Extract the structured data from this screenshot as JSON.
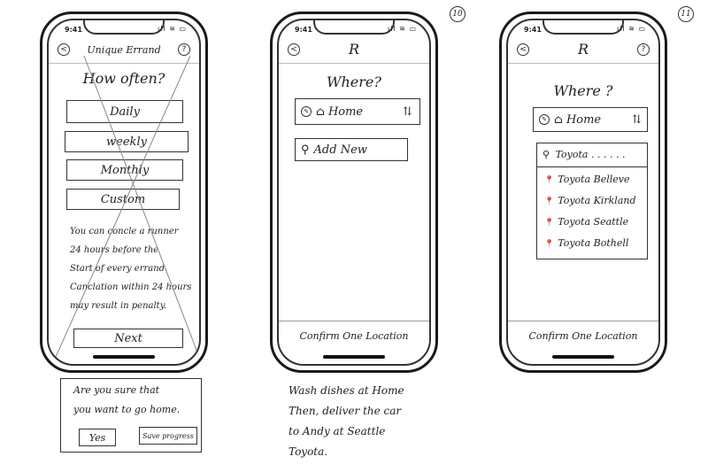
{
  "status": {
    "time": "9:41",
    "icons": "ıll ≋ ▭"
  },
  "screen1": {
    "back_icon": "<",
    "help_icon": "?",
    "title": "Unique Errand",
    "heading": "How often?",
    "options": [
      "Daily",
      "weekly",
      "Monthly",
      "Custom"
    ],
    "info_lines": [
      "You can concle a runner",
      "24 hours before the",
      "Start of every errand.",
      "Canclation within 24 hours",
      "may result in penalty."
    ],
    "next_label": "Next"
  },
  "dialog": {
    "line1": "Are you sure that",
    "line2": "you want to go home.",
    "yes_label": "Yes",
    "save_label": "Save progress"
  },
  "screen2": {
    "page_number": "10",
    "back_icon": "<",
    "title_mark": "R",
    "heading": "Where?",
    "home_label": "Home",
    "add_new_label": "Add New",
    "confirm_label": "Confirm One Location",
    "note_lines": [
      "Wash dishes at Home",
      "Then, deliver the car",
      "to Andy at Seattle",
      "Toyota."
    ]
  },
  "screen3": {
    "page_number": "11",
    "back_icon": "<",
    "help_icon": "?",
    "title_mark": "R",
    "heading": "Where ?",
    "home_label": "Home",
    "search_text": "Toyota . . . . . .",
    "results": [
      "Toyota Belleve",
      "Toyota Kirkland",
      "Toyota Seattle",
      "Toyota Bothell"
    ],
    "confirm_label": "Confirm One Location"
  }
}
